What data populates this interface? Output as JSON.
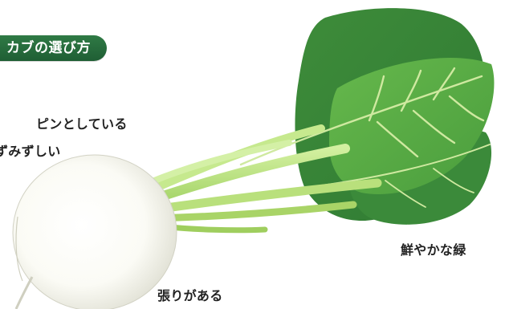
{
  "title": "カブの選び方",
  "labels": {
    "leaves_upright": "ピンとしている",
    "fresh": "ずみずしい",
    "vivid_green": "鮮やかな緑",
    "firm": "張りがある"
  },
  "colors": {
    "title_bg": "#2a6e3f",
    "leaf_dark": "#3f8e3c",
    "leaf_light": "#58ad45",
    "stem": "#b7e07a",
    "root": "#f6f6ef"
  }
}
